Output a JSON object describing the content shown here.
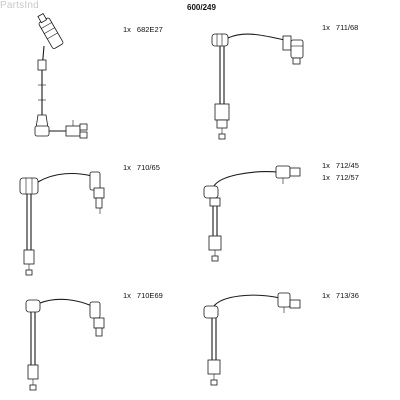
{
  "watermark": "PartsInd",
  "catalog_number": "600/249",
  "parts": [
    {
      "qty": "1x",
      "code": "682E27"
    },
    {
      "qty": "1x",
      "code": "711/68"
    },
    {
      "qty": "1x",
      "code": "710/65"
    },
    {
      "qty": "1x",
      "code": "712/45"
    },
    {
      "qty": "1x",
      "code": "712/57"
    },
    {
      "qty": "1x",
      "code": "710E69"
    },
    {
      "qty": "1x",
      "code": "713/36"
    }
  ],
  "colors": {
    "line": "#1a1a1a",
    "background": "#ffffff",
    "watermark": "#c9c9c9"
  }
}
